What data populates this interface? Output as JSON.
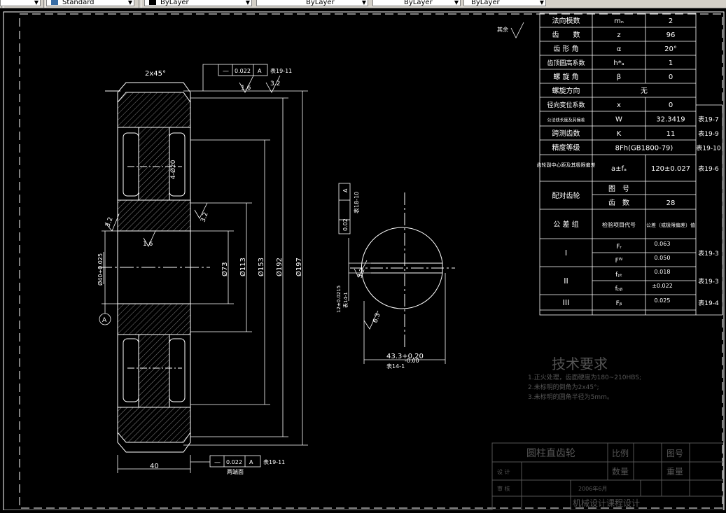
{
  "toolbar": {
    "textstyle": "Standard",
    "layer": "ByLayer",
    "color": "ByLayer",
    "linetype": "ByLayer",
    "lineweight": "ByLayer"
  },
  "drawing": {
    "dim_chamfer": "2x45°",
    "runout_top": "0.022",
    "runout_top_ref": "表19-11",
    "runout_bottom": "0.022",
    "runout_bottom_ref": "表19-11",
    "bottom_note": "两端面",
    "datum_a": "A",
    "rough_16a": "1.6",
    "rough_32a": "3.2",
    "rough_32b": "3.2",
    "rough_32c": "3.2",
    "rough_16b": "1.6",
    "rough_63": "6.3",
    "rough_32d": "3.2",
    "dim_width": "40",
    "dim_d73": "Ø73",
    "dim_d113": "Ø113",
    "dim_d153": "Ø153",
    "dim_d192": "Ø192",
    "dim_d197": "Ø197",
    "dim_hole": "4-Ø20",
    "dim_bore": "Ø40+0.025",
    "keyway_sym": "0.02",
    "keyway_ref": "表18-10",
    "keyway_width": "12±0.0215",
    "keyway_width_ref": "表14-1",
    "keyway_depth": "43.3+0.20",
    "keyway_depth_low": "-0.00",
    "keyway_depth_ref": "表14-1",
    "rough_other": "其余"
  },
  "params": {
    "rows": [
      {
        "label": "法向模数",
        "sym": "mₙ",
        "val": "2",
        "ref": ""
      },
      {
        "label": "齿　　数",
        "sym": "z",
        "val": "96",
        "ref": ""
      },
      {
        "label": "齿 形 角",
        "sym": "α",
        "val": "20°",
        "ref": ""
      },
      {
        "label": "齿顶圆高系数",
        "sym": "h*ₐ",
        "val": "1",
        "ref": ""
      },
      {
        "label": "螺 旋 角",
        "sym": "β",
        "val": "0",
        "ref": ""
      },
      {
        "label": "螺旋方向",
        "sym": "",
        "val": "无",
        "ref": ""
      },
      {
        "label": "径向变位系数",
        "sym": "x",
        "val": "0",
        "ref": ""
      },
      {
        "label": "公法线长度及其偏差",
        "sym": "W",
        "val": "32.3419",
        "ref": "表19-7"
      },
      {
        "label": "跨测齿数",
        "sym": "K",
        "val": "11",
        "ref": "表19-9"
      },
      {
        "label": "精度等级",
        "sym": "",
        "val": "8Fh(GB1800-79)",
        "ref": "表19-10"
      },
      {
        "label": "齿轮副中心距及其极限偏差",
        "sym": "a±fₐ",
        "val": "120±0.027",
        "ref": "表19-6"
      }
    ],
    "mate_label": "配对齿轮",
    "mate_fig": "图　号",
    "mate_teeth": "齿　数",
    "mate_teeth_val": "28",
    "tol_group": "公 差 组",
    "tol_item": "检验项目代号",
    "tol_value": "公差（或极限偏差）值",
    "groups": [
      {
        "name": "I",
        "items": [
          {
            "sym": "Fᵣ",
            "val": "0.063"
          },
          {
            "sym": "Fᵂ",
            "val": "0.050"
          }
        ],
        "ref": "表19-3"
      },
      {
        "name": "II",
        "items": [
          {
            "sym": "fₚₜ",
            "val": "0.018"
          },
          {
            "sym": "fₚᵦ",
            "val": "±0.022"
          }
        ],
        "ref": "表19-3"
      },
      {
        "name": "III",
        "items": [
          {
            "sym": "Fᵦ",
            "val": "0.025"
          }
        ],
        "ref": "表19-4"
      }
    ]
  },
  "requirements": {
    "title": "技术要求",
    "items": [
      "1.正火处理，齿面硬度为180~210HBS;",
      "2.未标明的倒角为2x45°;",
      "3.未标明的圆角半径为5mm。"
    ]
  },
  "titleblock": {
    "name": "圆柱直齿轮",
    "scale": "比例",
    "figno": "图号",
    "qty": "数量",
    "weight": "重量",
    "design": "设 计",
    "review": "审 核",
    "date": "2006年6月",
    "course": "机械设计课程设计"
  }
}
